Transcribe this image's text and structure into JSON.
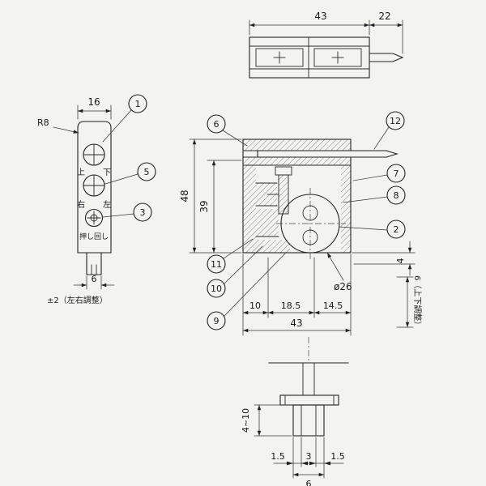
{
  "page": {
    "background": "#f3f3f0",
    "ink": "#222222"
  },
  "top_view": {
    "dim_body_width": "43",
    "dim_pin_length": "22"
  },
  "front_view": {
    "dim_width": "16",
    "radius_label": "R8",
    "label_up": "上",
    "label_down": "下",
    "label_right": "右",
    "label_left": "左",
    "label_push_turn": "押し回し",
    "dim_tab_width": "6",
    "note_lr_adjust": "±2（左右調整）"
  },
  "section_view": {
    "dim_height": "48",
    "dim_inner_height": "39",
    "dim_seg_1": "10",
    "dim_seg_2": "18.5",
    "dim_seg_3": "14.5",
    "dim_total_width": "43",
    "dia_label": "ø26",
    "dim_right_offset": "4",
    "note_ud_adjust": "6（上下調整）"
  },
  "bottom_view": {
    "dim_depth_range": "4~10",
    "dim_wall_left": "1.5",
    "dim_slot_width": "3",
    "dim_wall_right": "1.5",
    "dim_stem_width": "6"
  },
  "balloons": {
    "b1": "1",
    "b2": "2",
    "b3": "3",
    "b5": "5",
    "b6": "6",
    "b7": "7",
    "b8": "8",
    "b9": "9",
    "b10": "10",
    "b11": "11",
    "b12": "12"
  }
}
